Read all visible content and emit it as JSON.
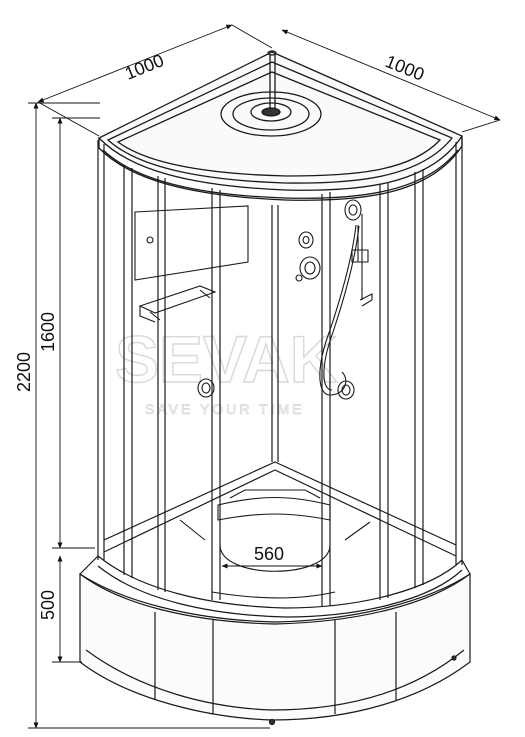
{
  "dimensions": {
    "top_left_width": "1000",
    "top_right_width": "1000",
    "total_height": "2200",
    "cabin_height": "1600",
    "tray_height": "500",
    "seat_width": "560"
  },
  "watermark": {
    "brand": "SEVAK",
    "tagline": "SAVE YOUR TIME"
  },
  "colors": {
    "line": "#1a1a1a",
    "dimension": "#111111",
    "watermark": "#d8d8d8"
  }
}
